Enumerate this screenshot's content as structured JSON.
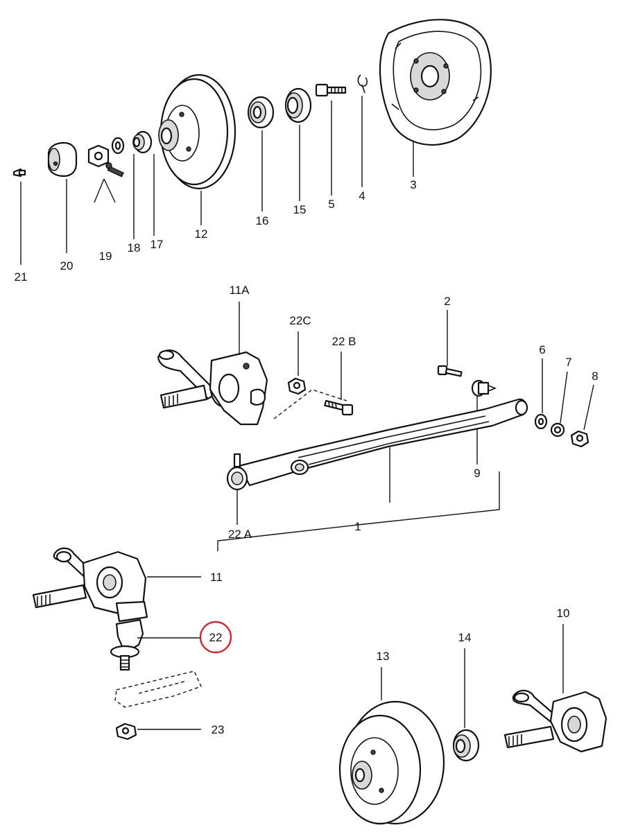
{
  "colors": {
    "ink": "#111111",
    "paper": "#ffffff",
    "highlight": "#d62828"
  },
  "highlighted_label": "22",
  "labels": {
    "l1": "1",
    "l2": "2",
    "l3": "3",
    "l4": "4",
    "l5": "5",
    "l6": "6",
    "l7": "7",
    "l8": "8",
    "l9": "9",
    "l10": "10",
    "l11": "11",
    "l11a": "11A",
    "l12": "12",
    "l13": "13",
    "l14": "14",
    "l15": "15",
    "l16": "16",
    "l17": "17",
    "l18": "18",
    "l19": "19",
    "l20": "20",
    "l21": "21",
    "l22": "22",
    "l22a": "22 A",
    "l22b": "22 B",
    "l22c": "22C",
    "l23": "23"
  },
  "icons": {
    "rivet": "rivet-icon",
    "dust_cap": "dust-cap-icon",
    "clamp_nut": "clamp-nut-icon",
    "washer": "thrust-washer-icon",
    "bearing": "bearing-icon",
    "disc": "brake-disc-icon",
    "backing_plate": "splash-shield-icon",
    "drum": "brake-drum-icon",
    "spindle": "steering-knuckle-icon",
    "control_arm": "control-arm-icon",
    "ball_joint": "ball-joint-icon"
  }
}
